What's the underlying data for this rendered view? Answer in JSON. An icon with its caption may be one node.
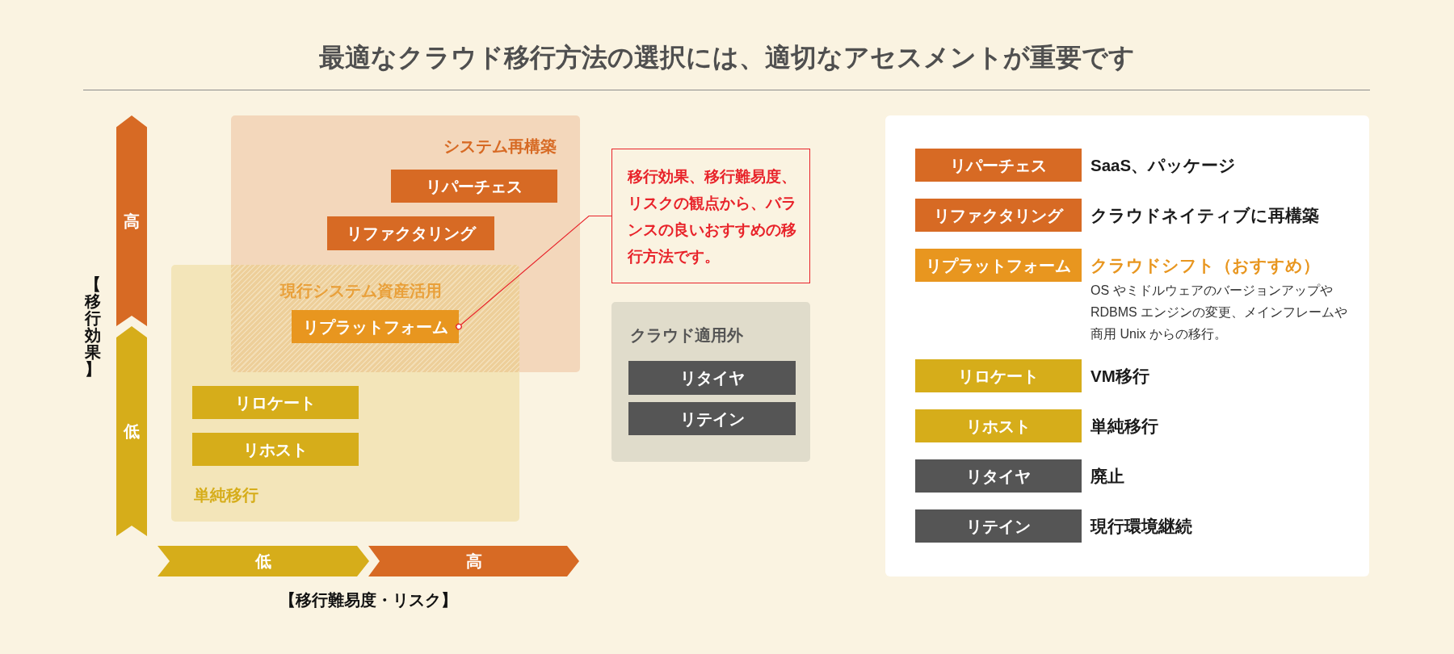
{
  "diagram": {
    "title": "最適なクラウド移行方法の選択には、適切なアセスメントが重要です",
    "nodes": [
      {
        "text": [
          "高"
        ]
      },
      {
        "text": [
          "低"
        ]
      },
      {
        "text": [
          "システム再構築"
        ]
      },
      {
        "text": [
          "リパーチェス"
        ],
        "in": 2
      },
      {
        "text": [
          "リファクタリング"
        ],
        "in": 2
      },
      {
        "text": [
          "現行システム資産活用"
        ]
      },
      {
        "text": [
          "リプラットフォーム"
        ],
        "in": 5
      },
      {
        "text": [
          "単純移行"
        ]
      },
      {
        "text": [
          "リロケート"
        ],
        "in": 7
      },
      {
        "text": [
          "リホスト"
        ],
        "in": 7
      },
      {
        "text": [
          "移行効果、移行難易度、リスクの観点から、バランスの良いおすすめの移行方法です。"
        ]
      },
      {
        "text": [
          "クラウド適用外"
        ]
      },
      {
        "text": [
          "リタイヤ"
        ],
        "in": 11
      },
      {
        "text": [
          "リテイン"
        ],
        "in": 11
      },
      {
        "text": [
          "低"
        ]
      },
      {
        "text": [
          "高"
        ]
      },
      {
        "text": [],
        "shape": "box"
      },
      {
        "text": [
          "リパーチェス"
        ],
        "in": 16,
        "beside": [
          "SaaS、パッケージ"
        ]
      },
      {
        "text": [
          "リファクタリング"
        ],
        "in": 16,
        "beside": [
          "クラウドネイティブに再構築"
        ]
      },
      {
        "text": [
          "リプラットフォーム"
        ],
        "in": 16,
        "beside": [
          "クラウドシフト（おすすめ）",
          "OS やミドルウェアのバージョンアップやRDBMS エンジンの変更、メインフレームや商用 Unix からの移行。"
        ]
      },
      {
        "text": [
          "リロケート"
        ],
        "in": 16,
        "beside": [
          "VM移行"
        ]
      },
      {
        "text": [
          "リホスト"
        ],
        "in": 16,
        "beside": [
          "単純移行"
        ]
      },
      {
        "text": [
          "リタイヤ"
        ],
        "in": 16,
        "beside": [
          "廃止"
        ]
      },
      {
        "text": [
          "リテイン"
        ],
        "in": 16,
        "beside": [
          "現行環境継続"
        ]
      }
    ],
    "edges": [
      {
        "from": 10,
        "to": 6,
        "arrow": "other",
        "color": "#e8232a"
      }
    ],
    "labels": [
      "【移行効果】",
      "【移行難易度・リスク】"
    ]
  }
}
